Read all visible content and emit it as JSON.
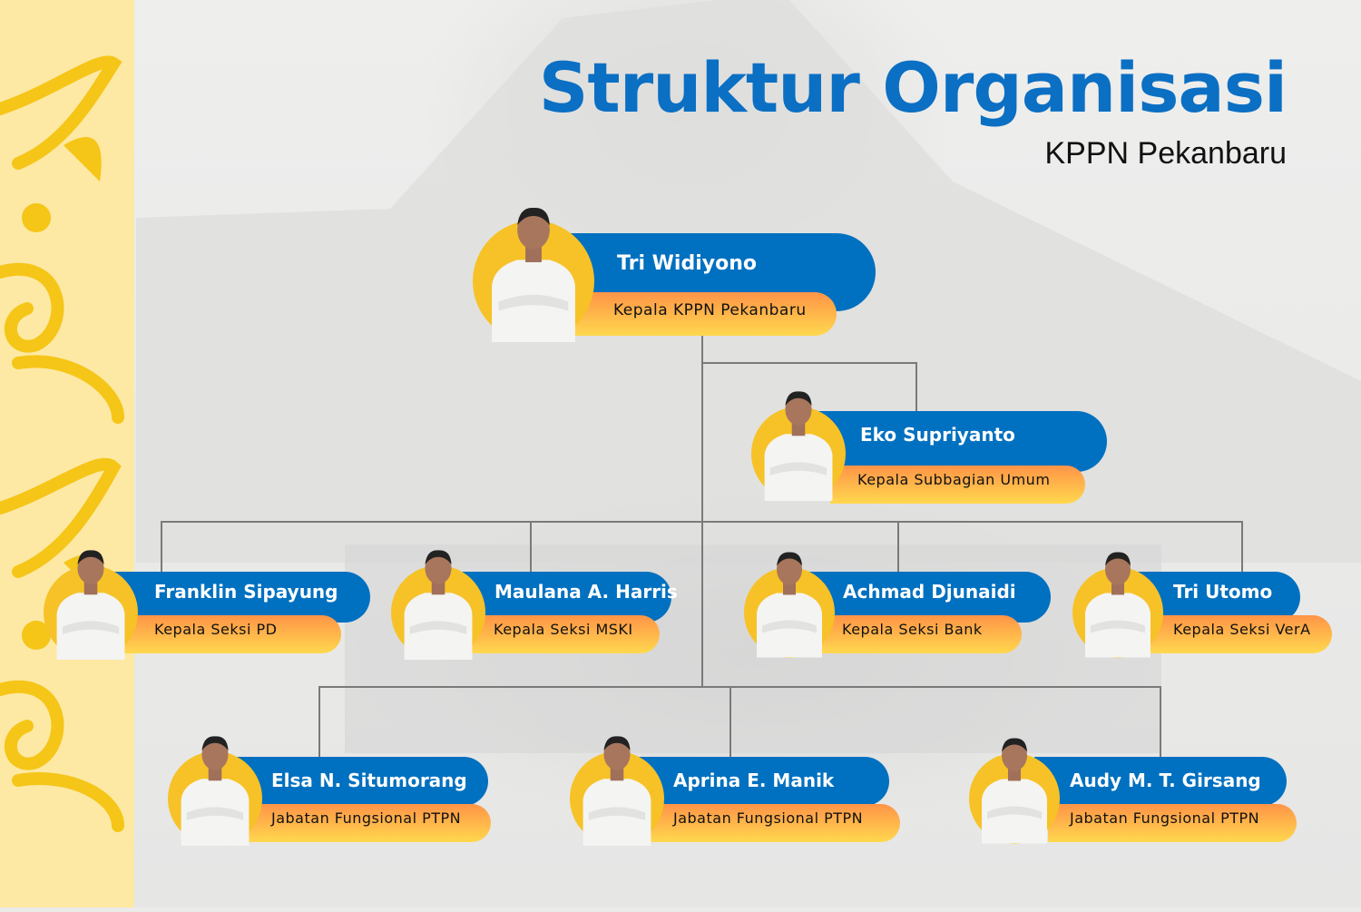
{
  "header": {
    "title": "Struktur Organisasi",
    "subtitle": "KPPN Pekanbaru"
  },
  "colors": {
    "blue": "#0070c0",
    "orange": "#ff9447",
    "yellow": "#ffd84e",
    "title": "#0b6fc3",
    "strip": "#fde9a3",
    "ornament": "#f5c518"
  },
  "members": [
    {
      "name": "Tri Widiyono",
      "role": "Kepala KPPN Pekanbaru"
    },
    {
      "name": "Eko Supriyanto",
      "role": "Kepala Subbagian Umum"
    },
    {
      "name": "Franklin Sipayung",
      "role": "Kepala Seksi PD"
    },
    {
      "name": "Maulana A. Harris",
      "role": "Kepala Seksi MSKI"
    },
    {
      "name": "Achmad Djunaidi",
      "role": "Kepala Seksi Bank"
    },
    {
      "name": "Tri Utomo",
      "role": "Kepala Seksi VerA"
    },
    {
      "name": "Elsa N. Situmorang",
      "role": "Jabatan Fungsional PTPN"
    },
    {
      "name": "Aprina E. Manik",
      "role": "Jabatan Fungsional  PTPN"
    },
    {
      "name": "Audy M. T. Girsang",
      "role": "Jabatan Fungsional  PTPN"
    }
  ]
}
